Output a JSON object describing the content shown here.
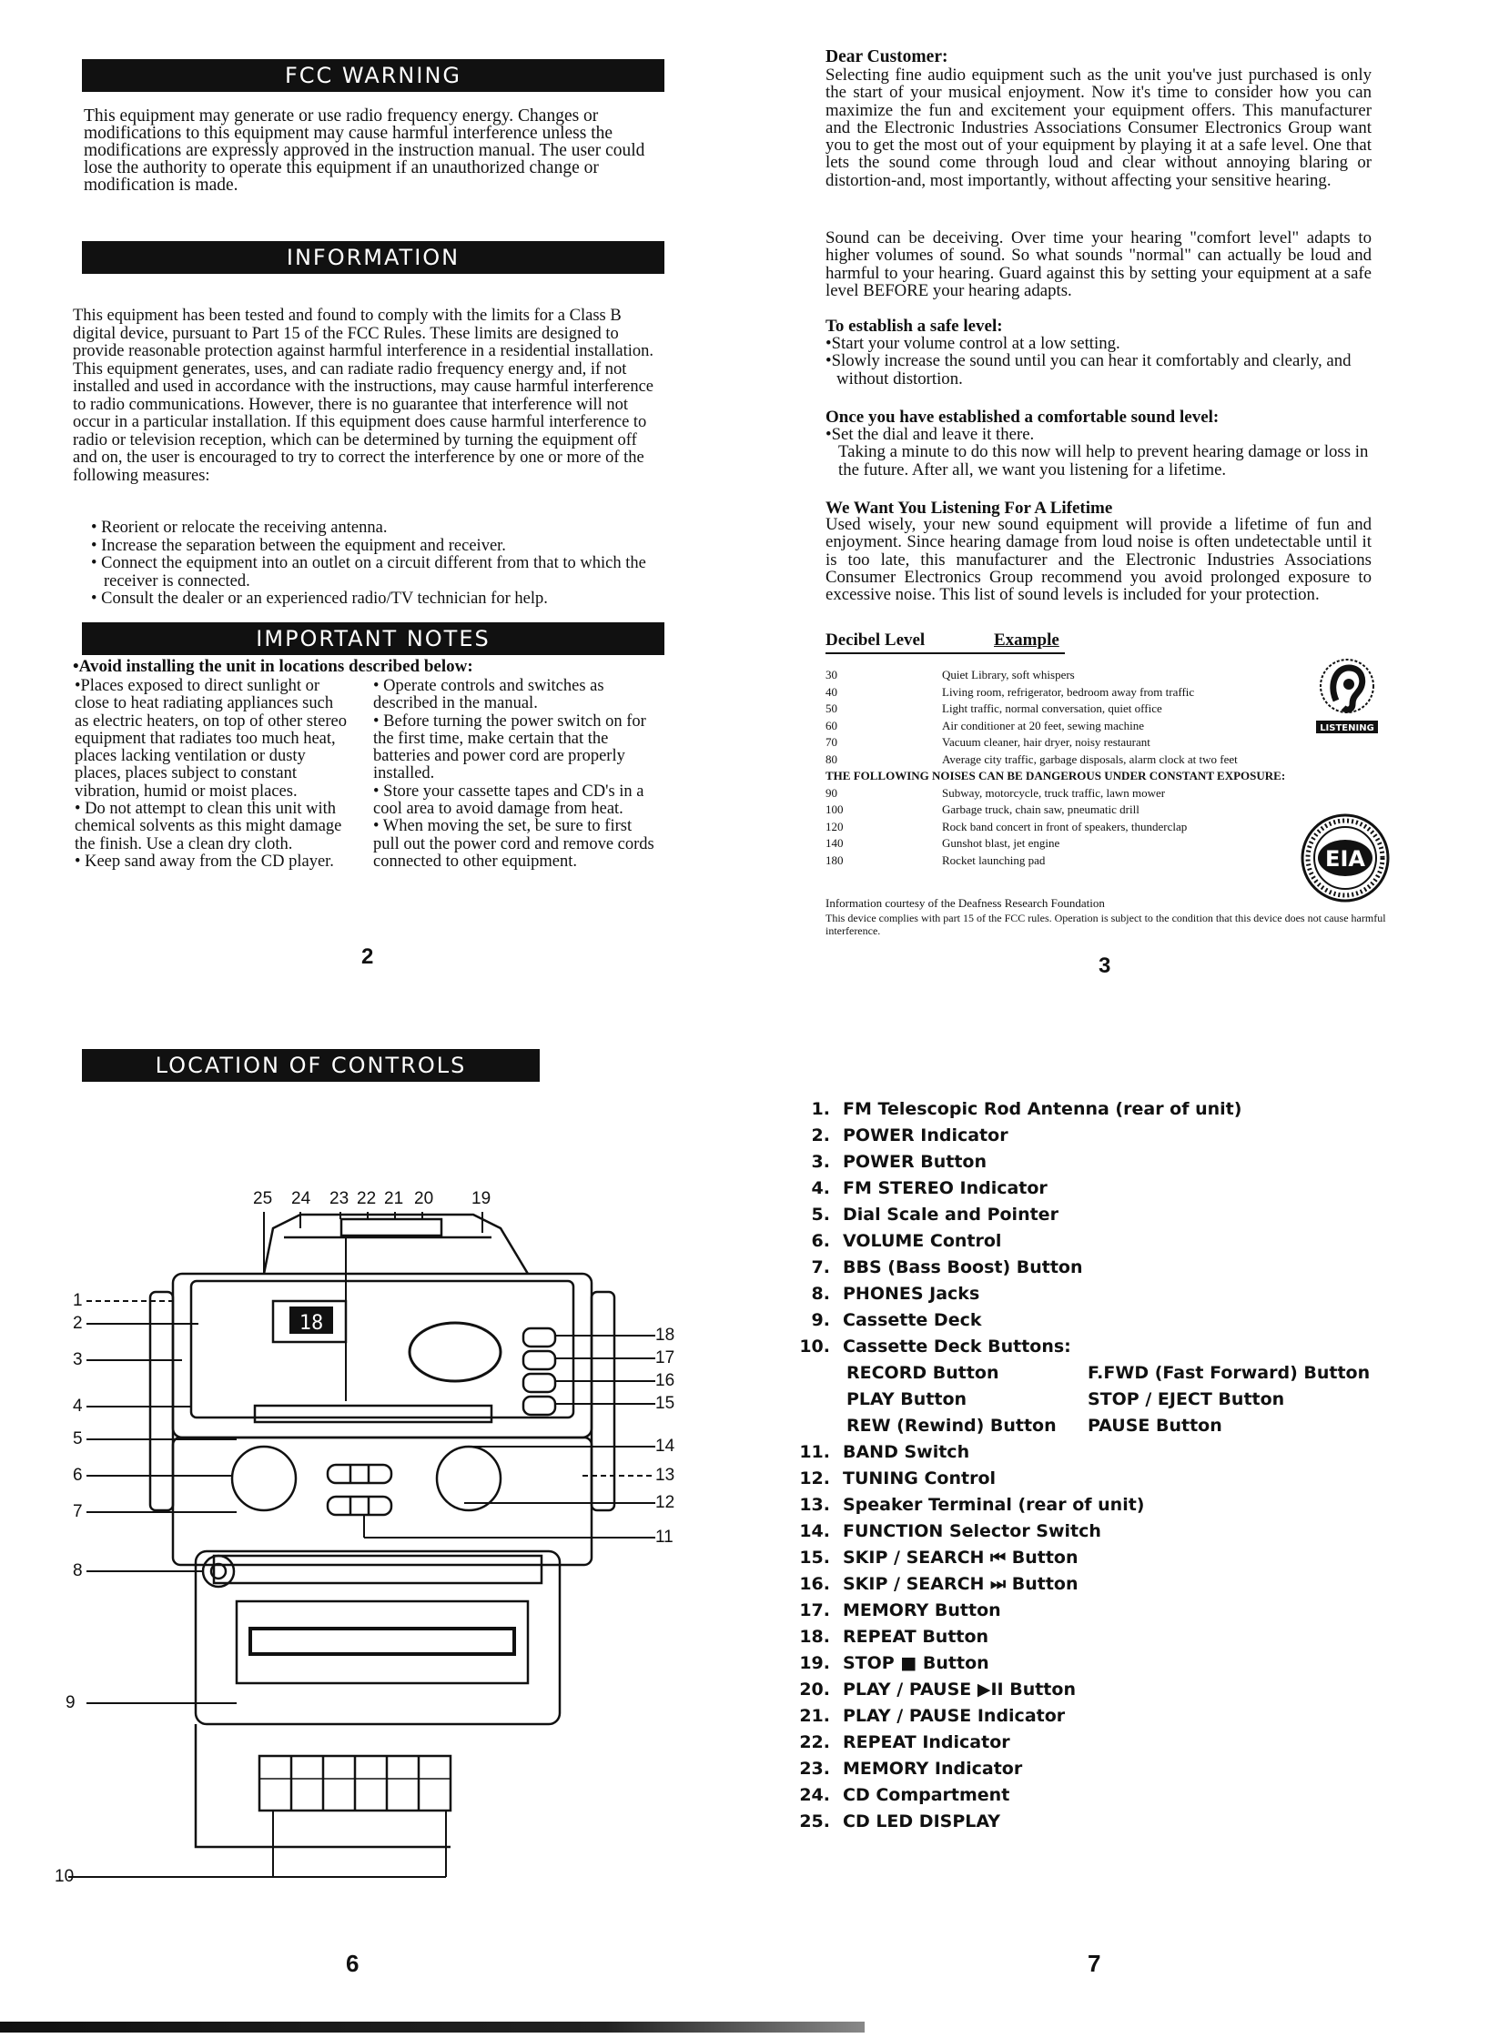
{
  "page_tl": {
    "fcc_heading": "FCC WARNING",
    "fcc_text": "This equipment may generate or use radio frequency energy. Changes or modifications to this equipment may cause harmful interference unless the modifications are expressly approved in the instruction manual. The user could lose the authority to operate this equipment if an unauthorized change or modification is made.",
    "info_heading": "INFORMATION",
    "info_text": "This equipment has been tested and found to comply with the limits for a Class B digital device, pursuant to Part 15 of the FCC Rules. These limits are designed to provide reasonable protection against harmful interference in a residential installation. This equipment generates, uses, and can radiate radio frequency energy and, if not installed and used in accordance with the instructions, may cause harmful interference to radio communications. However, there is no guarantee that interference will not occur in a particular installation. If this equipment does cause harmful interference to radio or television reception, which can be determined by turning the equipment off and on, the user is encouraged to try to correct the interference by one or more of the following measures:",
    "info_bullets": [
      "Reorient or relocate the receiving antenna.",
      "Increase the separation between the equipment and receiver.",
      "Connect the equipment into an outlet on a circuit different from that to which the receiver is connected.",
      "Consult the dealer or an experienced radio/TV technician for help."
    ],
    "notes_heading": "IMPORTANT NOTES",
    "notes_intro": "•Avoid installing the unit in locations described below:",
    "notes_col1": [
      "•Places exposed to direct sunlight or close to heat radiating appliances such as electric heaters, on top of other stereo equipment that radiates too much heat, places lacking ventilation or dusty places, places subject to constant vibration, humid or moist places.",
      "• Do not attempt to clean this unit with chemical solvents as this might damage the finish. Use a clean dry cloth.",
      "• Keep sand away from the CD player."
    ],
    "notes_col2": [
      "• Operate controls and switches as described in the manual.",
      "• Before turning the power switch on for the first time, make certain that the batteries and power cord are properly installed.",
      "• Store your cassette tapes and CD's in a cool area to avoid damage from heat.",
      "• When moving the set, be sure to first pull out the power cord and remove cords connected to other equipment."
    ],
    "page_number": "2"
  },
  "page_tr": {
    "greeting": "Dear Customer:",
    "para1": "Selecting fine audio equipment such as the unit you've just purchased is only the start of your musical enjoyment. Now it's time to consider how you can maximize the fun and excitement your equipment offers. This manufacturer and the Electronic Industries Associations Consumer Electronics Group want you to get the most out of your equipment by playing it at a safe level. One that lets the sound come through loud and clear without annoying blaring or distortion-and, most importantly, without affecting your sensitive hearing.",
    "para2": "Sound can be deceiving. Over time your hearing \"comfort level\" adapts to higher volumes of sound. So what sounds \"normal\" can actually be loud and harmful to your hearing. Guard against this by setting your equipment at a safe level BEFORE your hearing adapts.",
    "safe_heading": "To establish a safe level:",
    "safe_items": [
      "•Start your volume control at a low setting.",
      "•Slowly increase the sound until you can hear it comfortably and clearly, and without distortion."
    ],
    "comfort_heading": "Once you have established a comfortable sound level:",
    "comfort_items": [
      "•Set the dial and leave it there.",
      "Taking a minute to do this now will help to prevent hearing damage or loss in the future. After all, we want you listening for a lifetime."
    ],
    "lifetime_heading": "We Want You Listening For A Lifetime",
    "lifetime_text": "Used wisely, your new sound equipment will provide a lifetime of fun and enjoyment. Since hearing damage from loud noise is often undetectable until it is too late, this manufacturer and the Electronic Industries Associations Consumer Electronics Group recommend you avoid prolonged exposure to excessive noise. This list of sound levels is included for your protection.",
    "table_headers": [
      "Decibel Level",
      "Example"
    ],
    "table_rows": [
      {
        "level": "30",
        "example": "Quiet Library, soft whispers"
      },
      {
        "level": "40",
        "example": "Living room, refrigerator, bedroom away from traffic"
      },
      {
        "level": "50",
        "example": "Light traffic, normal conversation, quiet office"
      },
      {
        "level": "60",
        "example": "Air conditioner at 20 feet, sewing machine"
      },
      {
        "level": "70",
        "example": "Vacuum cleaner, hair dryer, noisy restaurant"
      },
      {
        "level": "80",
        "example": "Average city traffic, garbage disposals, alarm clock at two feet"
      }
    ],
    "danger_heading": "THE FOLLOWING NOISES CAN BE DANGEROUS UNDER CONSTANT EXPOSURE:",
    "danger_rows": [
      {
        "level": "90",
        "example": "Subway, motorcycle, truck traffic, lawn mower"
      },
      {
        "level": "100",
        "example": "Garbage truck, chain saw, pneumatic drill"
      },
      {
        "level": "120",
        "example": "Rock band concert in front of speakers, thunderclap"
      },
      {
        "level": "140",
        "example": "Gunshot blast, jet engine"
      },
      {
        "level": "180",
        "example": "Rocket launching pad"
      }
    ],
    "footnote1": "Information courtesy of the Deafness Research Foundation",
    "footnote2": "This device complies with part 15 of the FCC rules. Operation is subject to the condition that this device does not cause harmful interference.",
    "logo1_text": "LISTENING",
    "logo2_text": "EIA",
    "page_number": "3"
  },
  "page_bl": {
    "heading": "LOCATION OF CONTROLS",
    "top_callouts": [
      "25",
      "24",
      "23",
      "22",
      "21",
      "20",
      "19"
    ],
    "left_callouts": [
      "1",
      "2",
      "3",
      "4",
      "5",
      "6",
      "7",
      "8",
      "9",
      "10"
    ],
    "right_callouts": [
      "18",
      "17",
      "16",
      "15",
      "14",
      "13",
      "12",
      "11"
    ],
    "display_text": "18",
    "page_number": "6"
  },
  "page_br": {
    "controls": [
      {
        "num": "1.",
        "label": "FM Telescopic Rod Antenna (rear of unit)"
      },
      {
        "num": "2.",
        "label": "POWER Indicator"
      },
      {
        "num": "3.",
        "label": "POWER Button"
      },
      {
        "num": "4.",
        "label": "FM STEREO Indicator"
      },
      {
        "num": "5.",
        "label": "Dial Scale and Pointer"
      },
      {
        "num": "6.",
        "label": "VOLUME Control"
      },
      {
        "num": "7.",
        "label": "BBS (Bass Boost) Button"
      },
      {
        "num": "8.",
        "label": "PHONES Jacks"
      },
      {
        "num": "9.",
        "label": "Cassette Deck"
      },
      {
        "num": "10.",
        "label": "Cassette Deck Buttons:"
      }
    ],
    "sub_controls": [
      {
        "left": "RECORD Button",
        "right": "F.FWD (Fast Forward) Button"
      },
      {
        "left": "PLAY Button",
        "right": "STOP / EJECT Button"
      },
      {
        "left": "REW (Rewind) Button",
        "right": "PAUSE Button"
      }
    ],
    "controls2": [
      {
        "num": "11.",
        "label": "BAND Switch"
      },
      {
        "num": "12.",
        "label": "TUNING Control"
      },
      {
        "num": "13.",
        "label": "Speaker Terminal (rear of unit)"
      },
      {
        "num": "14.",
        "label": "FUNCTION Selector Switch"
      },
      {
        "num": "15.",
        "label": "SKIP / SEARCH ⏮ Button"
      },
      {
        "num": "16.",
        "label": "SKIP / SEARCH ⏭ Button"
      },
      {
        "num": "17.",
        "label": "MEMORY Button"
      },
      {
        "num": "18.",
        "label": "REPEAT Button"
      },
      {
        "num": "19.",
        "label": "STOP ■ Button"
      },
      {
        "num": "20.",
        "label": "PLAY / PAUSE ▶II Button"
      },
      {
        "num": "21.",
        "label": "PLAY / PAUSE Indicator"
      },
      {
        "num": "22.",
        "label": "REPEAT Indicator"
      },
      {
        "num": "23.",
        "label": "MEMORY Indicator"
      },
      {
        "num": "24.",
        "label": "CD Compartment"
      },
      {
        "num": "25.",
        "label": "CD LED DISPLAY"
      }
    ],
    "page_number": "7"
  }
}
